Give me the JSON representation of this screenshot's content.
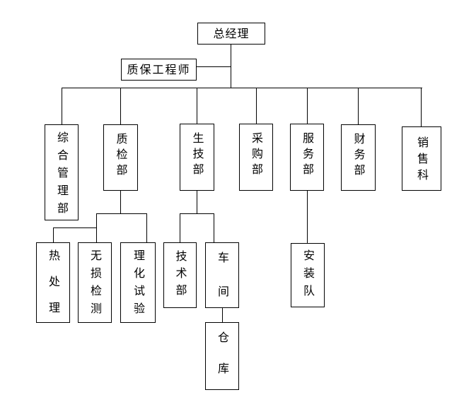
{
  "diagram": {
    "type": "org-chart",
    "background_color": "#ffffff",
    "line_color": "#000000",
    "text_color": "#000000"
  },
  "nodes": {
    "general_manager": {
      "label": "总经理"
    },
    "qa_engineer": {
      "label": "质保工程师"
    },
    "general_management_dept": {
      "label": "综合管理部"
    },
    "quality_inspection_dept": {
      "label": "质检部"
    },
    "production_tech_dept": {
      "label": "生技部"
    },
    "purchasing_dept": {
      "label": "采购部"
    },
    "service_dept": {
      "label": "服务部"
    },
    "finance_dept": {
      "label": "财务部"
    },
    "sales_section": {
      "label": "销售科"
    },
    "heat_treatment": {
      "label": "热处理"
    },
    "nondestructive_testing": {
      "label": "无损检测"
    },
    "physical_chemical_test": {
      "label": "理化试验"
    },
    "technical_dept": {
      "label": "技术部"
    },
    "workshop": {
      "label": "车间"
    },
    "warehouse": {
      "label": "仓库"
    },
    "installation_team": {
      "label": "安装队"
    }
  },
  "edges": [
    {
      "from": "general_manager",
      "to": "qa_engineer"
    },
    {
      "from": "general_manager",
      "to": "general_management_dept"
    },
    {
      "from": "general_manager",
      "to": "quality_inspection_dept"
    },
    {
      "from": "general_manager",
      "to": "production_tech_dept"
    },
    {
      "from": "general_manager",
      "to": "purchasing_dept"
    },
    {
      "from": "general_manager",
      "to": "service_dept"
    },
    {
      "from": "general_manager",
      "to": "finance_dept"
    },
    {
      "from": "general_manager",
      "to": "sales_section"
    },
    {
      "from": "quality_inspection_dept",
      "to": "heat_treatment"
    },
    {
      "from": "quality_inspection_dept",
      "to": "nondestructive_testing"
    },
    {
      "from": "quality_inspection_dept",
      "to": "physical_chemical_test"
    },
    {
      "from": "production_tech_dept",
      "to": "technical_dept"
    },
    {
      "from": "production_tech_dept",
      "to": "workshop"
    },
    {
      "from": "workshop",
      "to": "warehouse"
    },
    {
      "from": "service_dept",
      "to": "installation_team"
    }
  ]
}
